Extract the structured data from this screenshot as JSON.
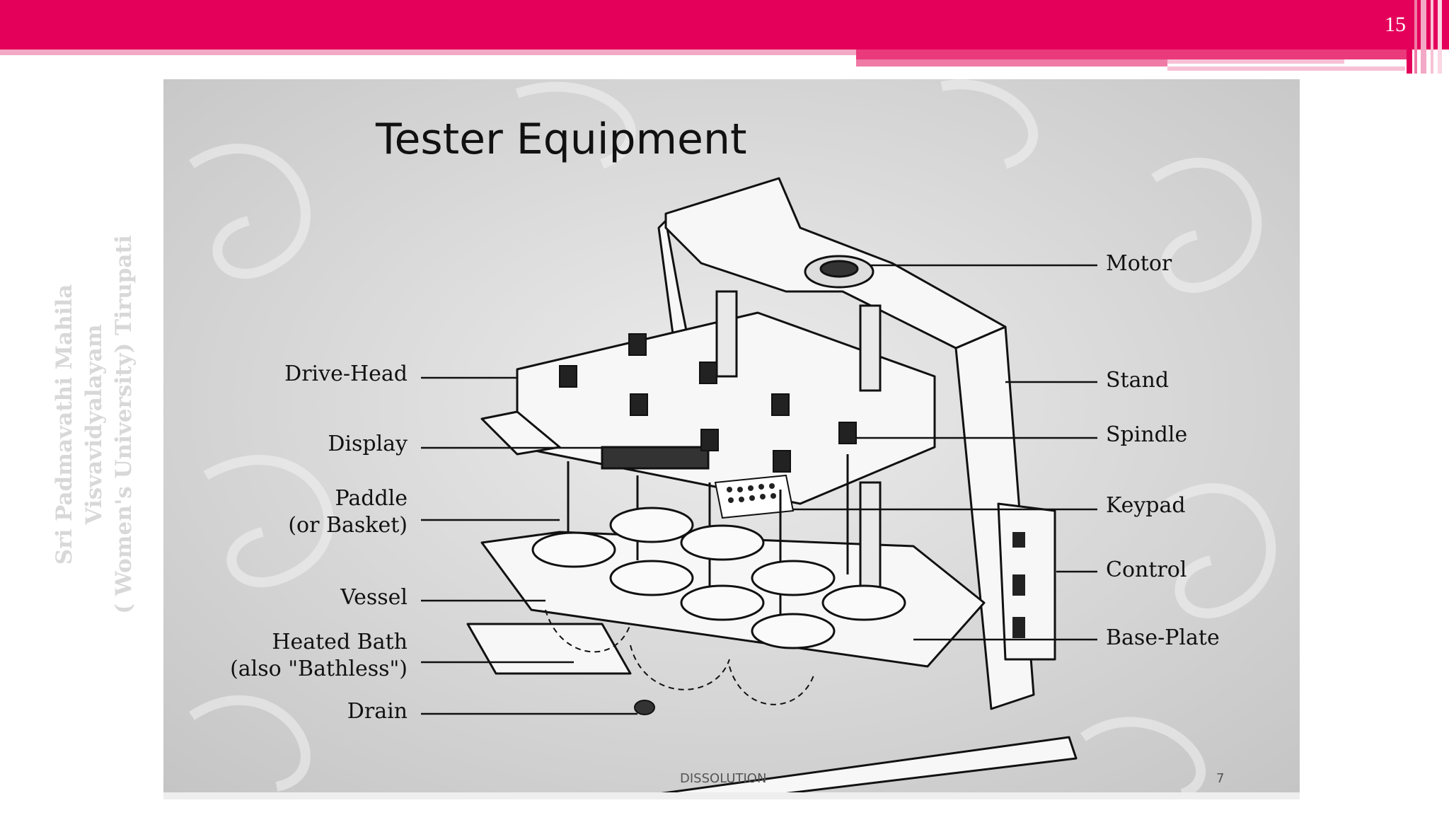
{
  "header": {
    "slide_number": "15",
    "accent": "#e4005a"
  },
  "sidebar": {
    "line1": "Sri Padmavathi Mahila Visvavidyalayam",
    "line2": "( Women's University) Tirupati"
  },
  "slide": {
    "title": "Tester Equipment",
    "footer": "DISSOLUTION",
    "page": "7",
    "labels_left": {
      "drive_head": "Drive-Head",
      "display": "Display",
      "paddle_1": "Paddle",
      "paddle_2": "(or Basket)",
      "vessel": "Vessel",
      "bath_1": "Heated Bath",
      "bath_2": "(also \"Bathless\")",
      "drain": "Drain"
    },
    "labels_right": {
      "motor": "Motor",
      "stand": "Stand",
      "spindle": "Spindle",
      "keypad": "Keypad",
      "control": "Control",
      "base_plate": "Base-Plate"
    }
  }
}
